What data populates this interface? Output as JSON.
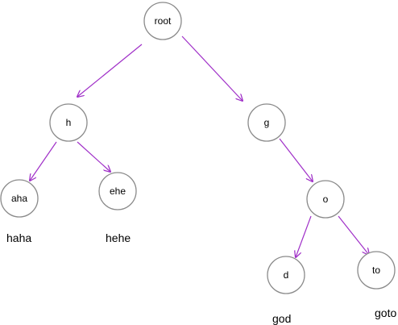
{
  "diagram": {
    "edge_color": "#a030c8",
    "node_stroke_color": "#8a8a8a",
    "nodes": [
      {
        "id": "root",
        "label": "root"
      },
      {
        "id": "h",
        "label": "h"
      },
      {
        "id": "g",
        "label": "g"
      },
      {
        "id": "aha",
        "label": "aha"
      },
      {
        "id": "ehe",
        "label": "ehe"
      },
      {
        "id": "o",
        "label": "o"
      },
      {
        "id": "d",
        "label": "d"
      },
      {
        "id": "to",
        "label": "to"
      }
    ],
    "edges": [
      {
        "from": "root",
        "to": "h"
      },
      {
        "from": "root",
        "to": "g"
      },
      {
        "from": "h",
        "to": "aha"
      },
      {
        "from": "h",
        "to": "ehe"
      },
      {
        "from": "g",
        "to": "o"
      },
      {
        "from": "o",
        "to": "d"
      },
      {
        "from": "o",
        "to": "to"
      }
    ],
    "words": [
      {
        "id": "haha",
        "text": "haha"
      },
      {
        "id": "hehe",
        "text": "hehe"
      },
      {
        "id": "god",
        "text": "god"
      },
      {
        "id": "goto",
        "text": "goto"
      }
    ]
  }
}
